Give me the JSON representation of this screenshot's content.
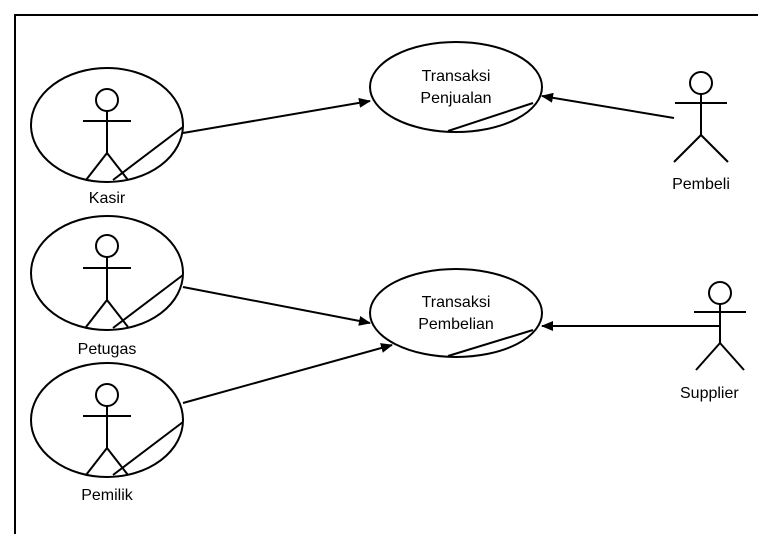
{
  "diagram": {
    "actors": [
      {
        "id": "kasir",
        "label": "Kasir",
        "type": "business-actor"
      },
      {
        "id": "petugas",
        "label": "Petugas",
        "type": "business-actor"
      },
      {
        "id": "pemilik",
        "label": "Pemilik",
        "type": "business-actor"
      },
      {
        "id": "pembeli",
        "label": "Pembeli",
        "type": "actor"
      },
      {
        "id": "supplier",
        "label": "Supplier",
        "type": "actor"
      }
    ],
    "use_cases": [
      {
        "id": "penjualan",
        "label_line1": "Transaksi",
        "label_line2": "Penjualan"
      },
      {
        "id": "pembelian",
        "label_line1": "Transaksi",
        "label_line2": "Pembelian"
      }
    ],
    "associations": [
      {
        "from": "kasir",
        "to": "penjualan"
      },
      {
        "from": "pembeli",
        "to": "penjualan"
      },
      {
        "from": "petugas",
        "to": "pembelian"
      },
      {
        "from": "pemilik",
        "to": "pembelian"
      },
      {
        "from": "supplier",
        "to": "pembelian"
      }
    ],
    "colors": {
      "stroke": "#000000",
      "background": "#ffffff"
    }
  }
}
